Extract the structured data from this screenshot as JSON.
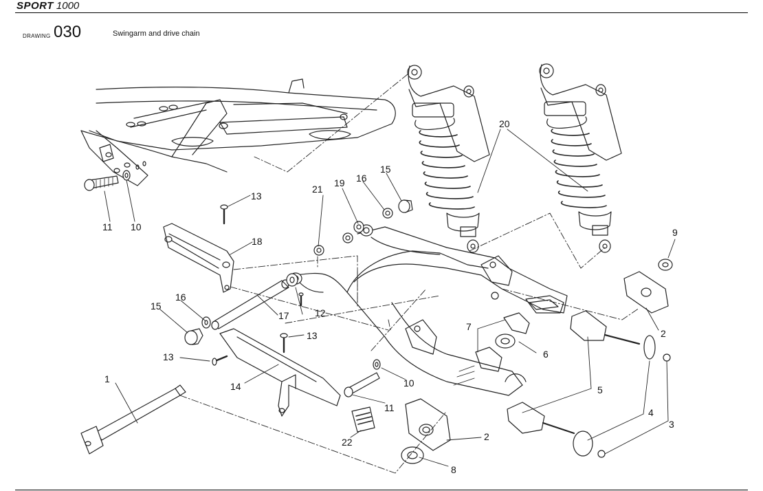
{
  "header": {
    "model_bold": "SPORT",
    "model_num": "1000"
  },
  "drawing": {
    "label": "DRAWING",
    "number": "030",
    "description": "Swingarm and drive chain"
  },
  "callouts": [
    {
      "id": "c1",
      "text": "1"
    },
    {
      "id": "c2a",
      "text": "2"
    },
    {
      "id": "c2b",
      "text": "2"
    },
    {
      "id": "c3",
      "text": "3"
    },
    {
      "id": "c4",
      "text": "4"
    },
    {
      "id": "c5",
      "text": "5"
    },
    {
      "id": "c6",
      "text": "6"
    },
    {
      "id": "c7",
      "text": "7"
    },
    {
      "id": "c8",
      "text": "8"
    },
    {
      "id": "c9",
      "text": "9"
    },
    {
      "id": "c10a",
      "text": "10"
    },
    {
      "id": "c10b",
      "text": "10"
    },
    {
      "id": "c11a",
      "text": "11"
    },
    {
      "id": "c11b",
      "text": "11"
    },
    {
      "id": "c12",
      "text": "12"
    },
    {
      "id": "c13a",
      "text": "13"
    },
    {
      "id": "c13b",
      "text": "13"
    },
    {
      "id": "c13c",
      "text": "13"
    },
    {
      "id": "c14",
      "text": "14"
    },
    {
      "id": "c15a",
      "text": "15"
    },
    {
      "id": "c15b",
      "text": "15"
    },
    {
      "id": "c16a",
      "text": "16"
    },
    {
      "id": "c16b",
      "text": "16"
    },
    {
      "id": "c17",
      "text": "17"
    },
    {
      "id": "c18",
      "text": "18"
    },
    {
      "id": "c19",
      "text": "19"
    },
    {
      "id": "c20",
      "text": "20"
    },
    {
      "id": "c21",
      "text": "21"
    },
    {
      "id": "c22",
      "text": "22"
    }
  ]
}
